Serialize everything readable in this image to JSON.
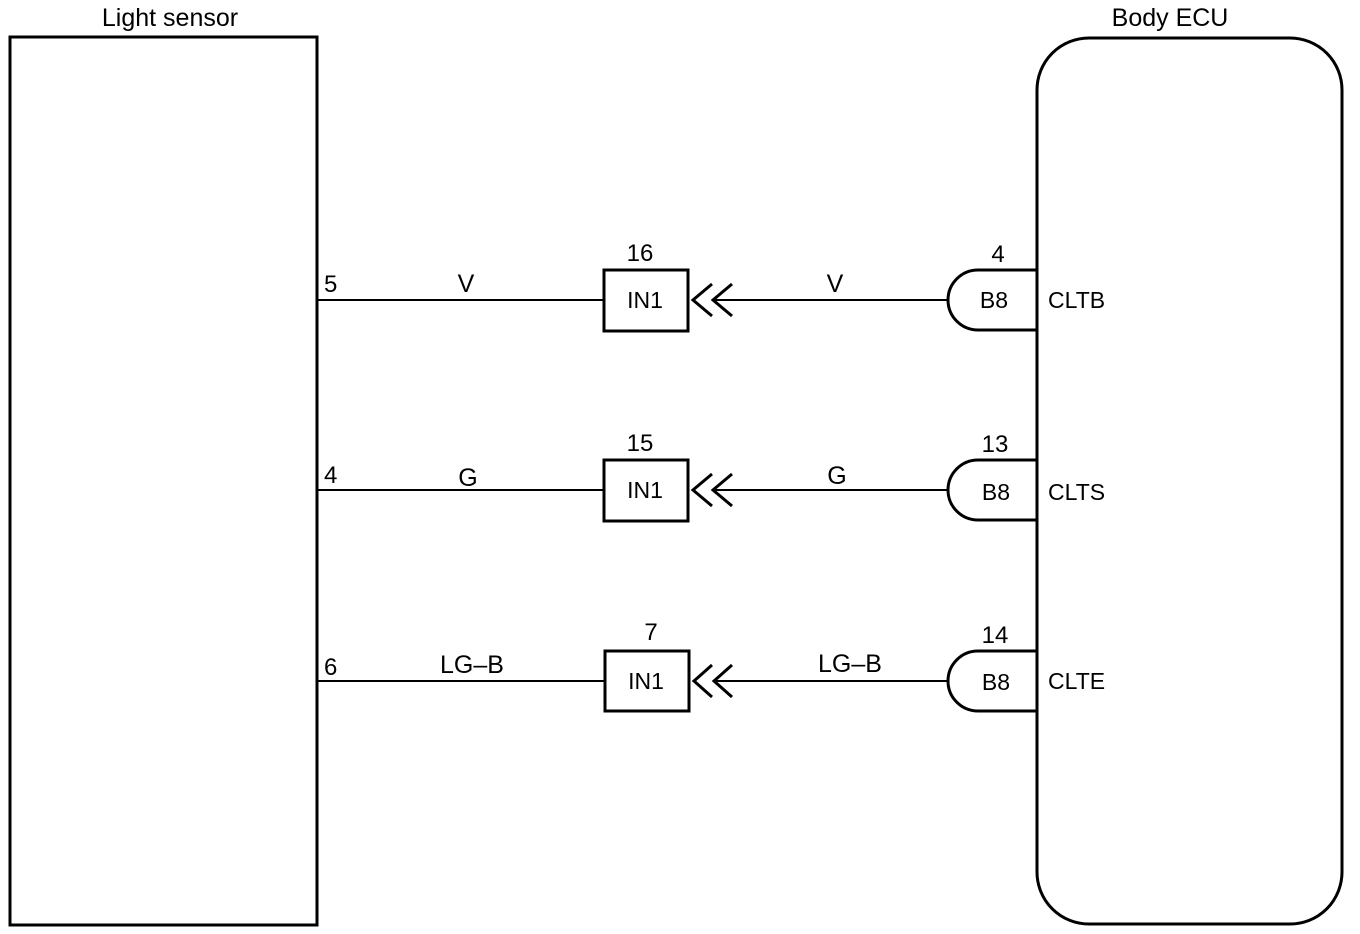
{
  "components": {
    "left_title": "Light sensor",
    "right_title": "Body ECU"
  },
  "circuits": [
    {
      "sensor_pin": "5",
      "sensor_wire_color": "V",
      "junction_pin": "16",
      "junction_connector": "IN1",
      "ecu_wire_color": "V",
      "ecu_pin": "4",
      "ecu_connector": "B8",
      "ecu_terminal": "CLTB"
    },
    {
      "sensor_pin": "4",
      "sensor_wire_color": "G",
      "junction_pin": "15",
      "junction_connector": "IN1",
      "ecu_wire_color": "G",
      "ecu_pin": "13",
      "ecu_connector": "B8",
      "ecu_terminal": "CLTS"
    },
    {
      "sensor_pin": "6",
      "sensor_wire_color": "LG–B",
      "junction_pin": "7",
      "junction_connector": "IN1",
      "ecu_wire_color": "LG–B",
      "ecu_pin": "14",
      "ecu_connector": "B8",
      "ecu_terminal": "CLTE"
    }
  ]
}
